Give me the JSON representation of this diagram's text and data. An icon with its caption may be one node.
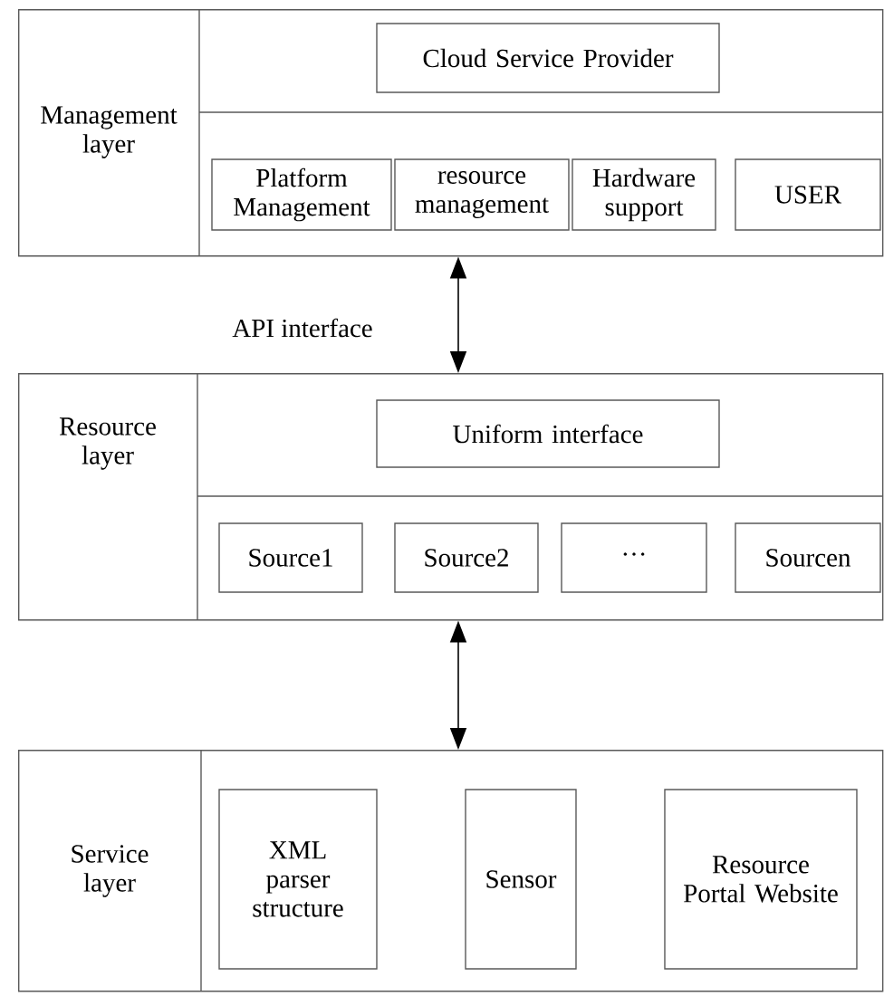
{
  "diagram": {
    "nodes": [
      {
        "text": [
          "Management layer"
        ]
      },
      {
        "text": [
          "Cloud Service Provider"
        ],
        "in": 0
      },
      {
        "text": [
          "Platform Management"
        ],
        "in": 0
      },
      {
        "text": [
          "resource management"
        ],
        "in": 0
      },
      {
        "text": [
          "Hardware support"
        ],
        "in": 0
      },
      {
        "text": [
          "USER"
        ],
        "in": 0
      },
      {
        "text": [
          "Resource layer"
        ]
      },
      {
        "text": [
          "Uniform interface"
        ],
        "in": 6
      },
      {
        "text": [
          "Source1"
        ],
        "in": 6
      },
      {
        "text": [
          "Source2"
        ],
        "in": 6
      },
      {
        "text": [
          "···"
        ],
        "in": 6
      },
      {
        "text": [
          "Sourcen"
        ],
        "in": 6
      },
      {
        "text": [
          "Service layer"
        ]
      },
      {
        "text": [
          "XML parser structure"
        ],
        "in": 12
      },
      {
        "text": [
          "Sensor"
        ],
        "in": 12
      },
      {
        "text": [
          "Resource Portal Website"
        ],
        "in": 12
      }
    ],
    "edges": [
      {
        "from": 0,
        "to": 6,
        "arrow": "both",
        "label": "API interface"
      },
      {
        "from": 6,
        "to": 12,
        "arrow": "both"
      }
    ]
  }
}
